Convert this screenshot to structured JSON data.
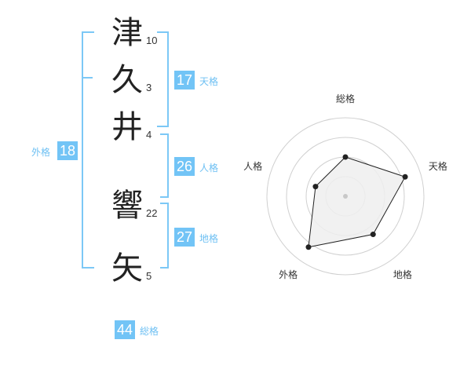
{
  "name": {
    "chars": [
      {
        "char": "津",
        "strokes": "10"
      },
      {
        "char": "久",
        "strokes": "3"
      },
      {
        "char": "井",
        "strokes": "4"
      },
      {
        "char": "響",
        "strokes": "22"
      },
      {
        "char": "矢",
        "strokes": "5"
      }
    ]
  },
  "kakusu": {
    "tenkaku": {
      "value": "17",
      "label": "天格"
    },
    "jinkaku": {
      "value": "26",
      "label": "人格"
    },
    "chikaku": {
      "value": "27",
      "label": "地格"
    },
    "gaikaku": {
      "value": "18",
      "label": "外格"
    },
    "soukaku": {
      "value": "44",
      "label": "総格"
    }
  },
  "colors": {
    "accent": "#72c4f6",
    "bracket": "#7cc8f6",
    "radar_fill": "#efefef",
    "radar_line": "#222222",
    "grid": "#d0d0d0"
  },
  "chart_data": {
    "type": "radar",
    "axes": [
      "総格",
      "天格",
      "地格",
      "外格",
      "人格"
    ],
    "values": [
      0.5,
      0.8,
      0.6,
      0.8,
      0.4
    ],
    "rmax": 1,
    "rings": 4,
    "grid": true
  }
}
